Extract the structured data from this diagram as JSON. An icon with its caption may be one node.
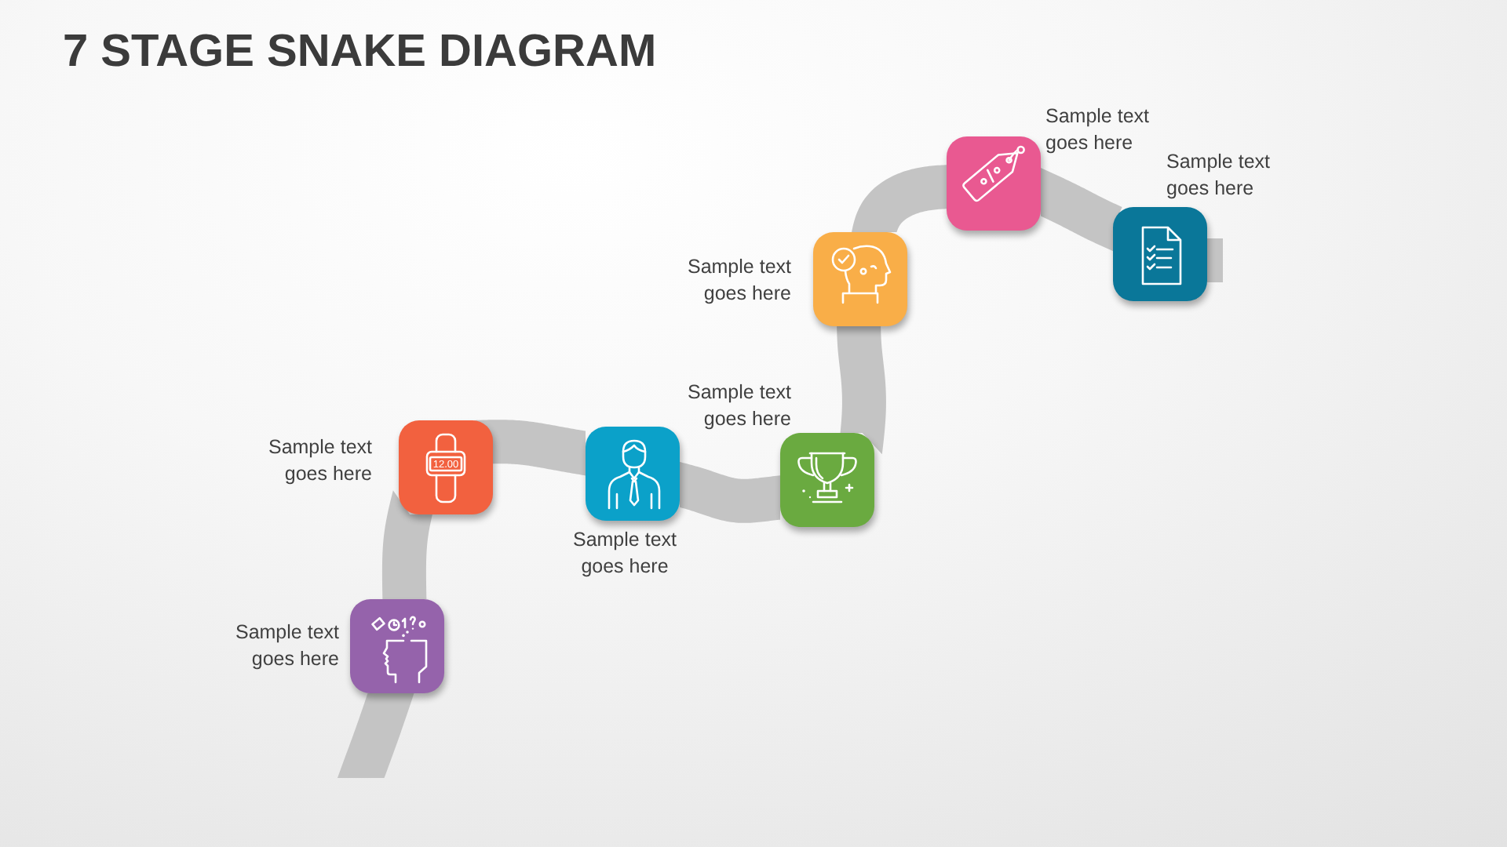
{
  "diagram": {
    "title": "7 STAGE SNAKE DIAGRAM",
    "nodes": [
      {
        "text": [],
        "shape": "box",
        "beside": [
          "Sample text goes here"
        ]
      },
      {
        "text": [],
        "shape": "box",
        "beside": [
          "Sample text goes here"
        ]
      },
      {
        "text": [],
        "shape": "box",
        "beside": [
          "Sample text goes here"
        ]
      },
      {
        "text": [],
        "shape": "box",
        "beside": [
          "Sample text goes here"
        ]
      },
      {
        "text": [],
        "shape": "box",
        "beside": [
          "Sample text goes here"
        ]
      },
      {
        "text": [],
        "shape": "box",
        "beside": [
          "Sample text goes here"
        ]
      },
      {
        "text": [],
        "shape": "box",
        "beside": [
          "Sample text goes here"
        ]
      }
    ],
    "edges": [
      {
        "from": null,
        "to": 0,
        "arrow": "none"
      },
      {
        "from": 0,
        "to": 1,
        "arrow": "none"
      },
      {
        "from": 1,
        "to": 2,
        "arrow": "none"
      },
      {
        "from": 2,
        "to": 3,
        "arrow": "none"
      },
      {
        "from": 3,
        "to": 4,
        "arrow": "none"
      },
      {
        "from": 4,
        "to": 5,
        "arrow": "none"
      },
      {
        "from": 5,
        "to": 6,
        "arrow": "none"
      },
      {
        "from": 6,
        "to": null,
        "arrow": "none"
      }
    ],
    "labels": [
      "12.00"
    ]
  }
}
